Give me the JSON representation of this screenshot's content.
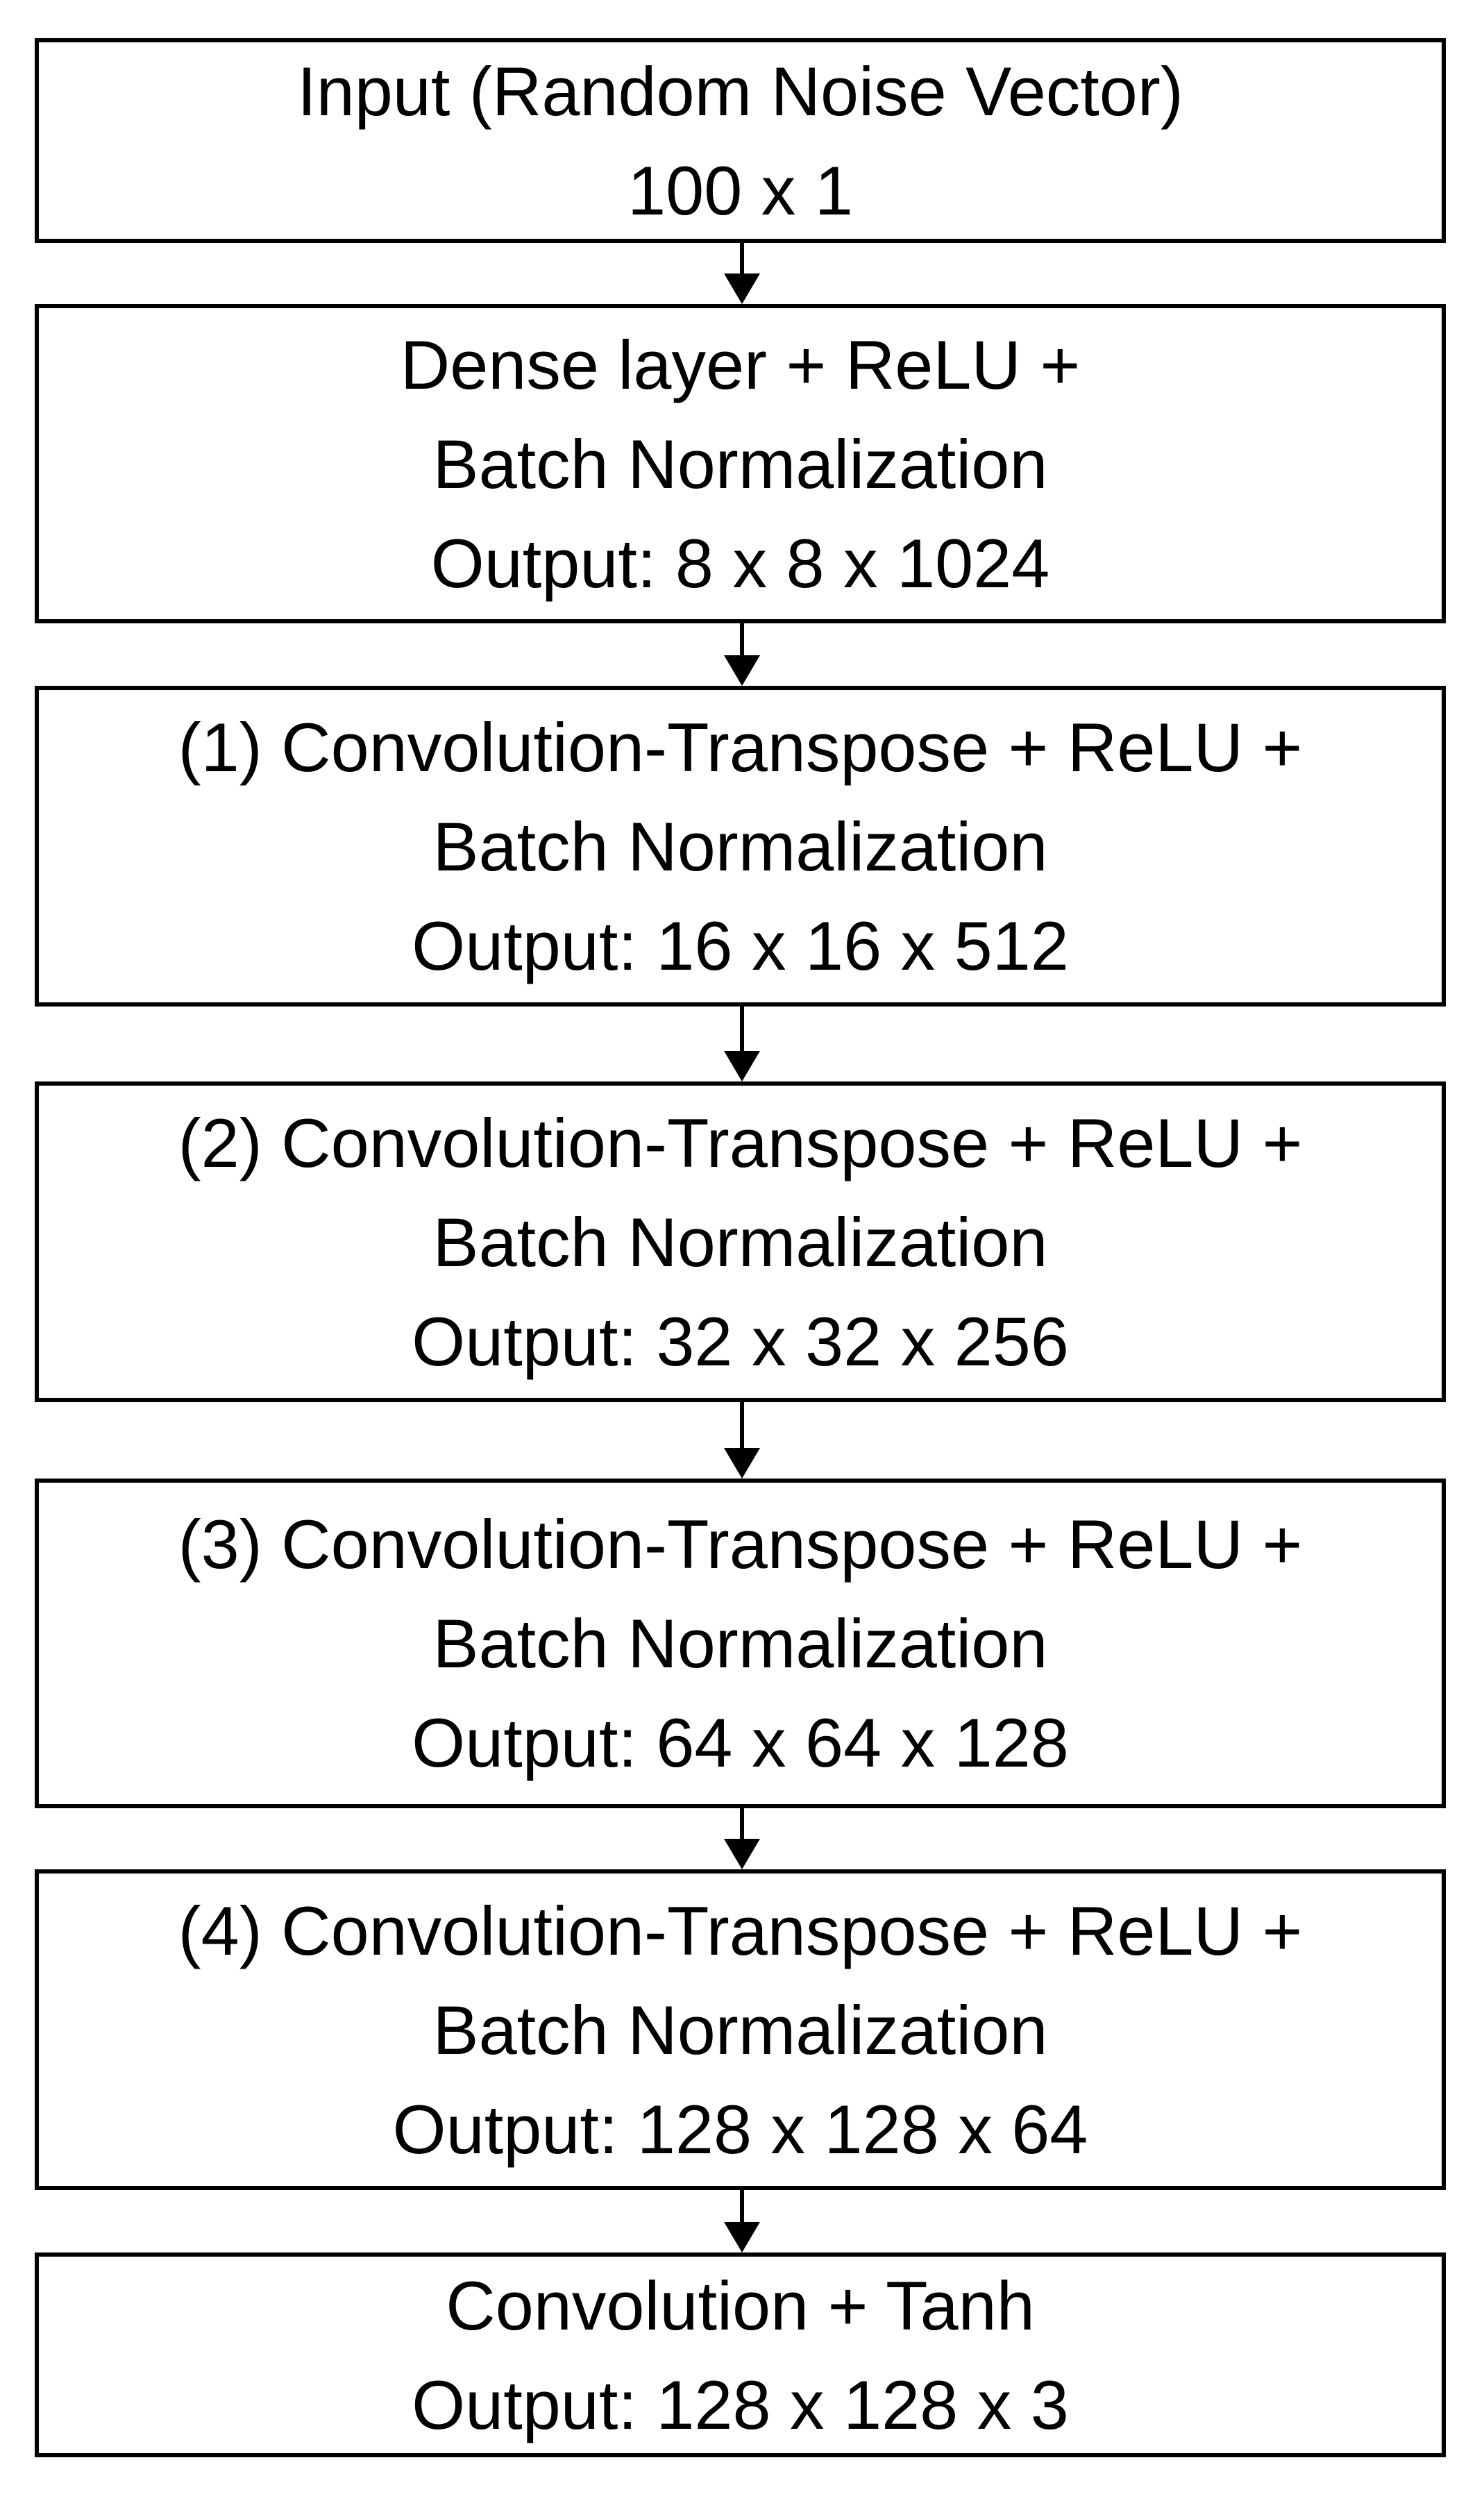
{
  "diagram": {
    "nodes": [
      {
        "id": "input",
        "lines": [
          "Input (Random Noise Vector)",
          "100 x 1"
        ]
      },
      {
        "id": "dense",
        "lines": [
          "Dense layer + ReLU +",
          "Batch Normalization",
          "Output: 8 x 8 x 1024"
        ]
      },
      {
        "id": "convt-1",
        "lines": [
          "(1) Convolution-Transpose + ReLU +",
          "Batch Normalization",
          "Output: 16 x 16 x 512"
        ]
      },
      {
        "id": "convt-2",
        "lines": [
          "(2) Convolution-Transpose + ReLU +",
          "Batch Normalization",
          "Output: 32 x 32 x 256"
        ]
      },
      {
        "id": "convt-3",
        "lines": [
          "(3) Convolution-Transpose + ReLU +",
          "Batch Normalization",
          "Output: 64 x 64 x 128"
        ]
      },
      {
        "id": "convt-4",
        "lines": [
          "(4) Convolution-Transpose + ReLU +",
          "Batch Normalization",
          "Output: 128 x 128 x 64"
        ]
      },
      {
        "id": "conv-tanh",
        "lines": [
          "Convolution + Tanh",
          "Output: 128 x 128 x 3"
        ]
      }
    ],
    "edges": [
      {
        "from": "input",
        "to": "dense"
      },
      {
        "from": "dense",
        "to": "convt-1"
      },
      {
        "from": "convt-1",
        "to": "convt-2"
      },
      {
        "from": "convt-2",
        "to": "convt-3"
      },
      {
        "from": "convt-3",
        "to": "convt-4"
      },
      {
        "from": "convt-4",
        "to": "conv-tanh"
      }
    ],
    "colors": {
      "stroke": "#000000",
      "fill": "#ffffff",
      "text": "#000000"
    }
  }
}
